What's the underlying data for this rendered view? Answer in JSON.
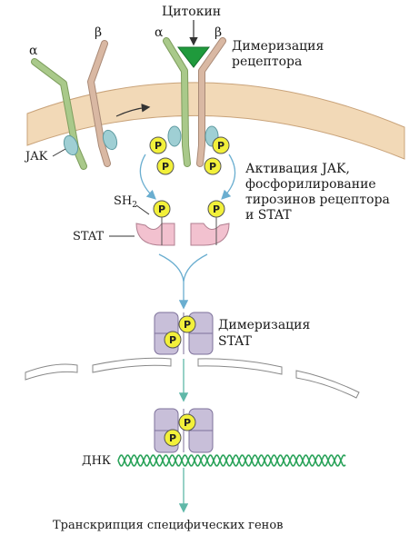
{
  "labels": {
    "cytokine": "Цитокин",
    "alpha": "α",
    "beta": "β",
    "receptor_dimer_1": "Димеризация",
    "receptor_dimer_2": "рецептора",
    "jak": "JAK",
    "jak_act_1": "Активация JAK,",
    "jak_act_2": "фосфорилирование",
    "jak_act_3": "тирозинов рецептора",
    "jak_act_4": "и STAT",
    "sh2": "SH",
    "sh2_sub": "2",
    "stat": "STAT",
    "stat_dimer_1": "Димеризация",
    "stat_dimer_2": "STAT",
    "dna": "ДНК",
    "transcription": "Транскрипция специфических генов",
    "phospho": "P"
  },
  "colors": {
    "alpha_chain": "#a9c98a",
    "beta_chain": "#d9b8a3",
    "cytokine": "#1f9a3c",
    "membrane": "#f2d9b7",
    "jak": "#9fcfd4",
    "phospho": "#f2f03a",
    "stat": "#f2c1cf",
    "stat_dimer": "#c8bfd9",
    "dna": "#2aa35a",
    "arrow": "#6aaed0"
  }
}
